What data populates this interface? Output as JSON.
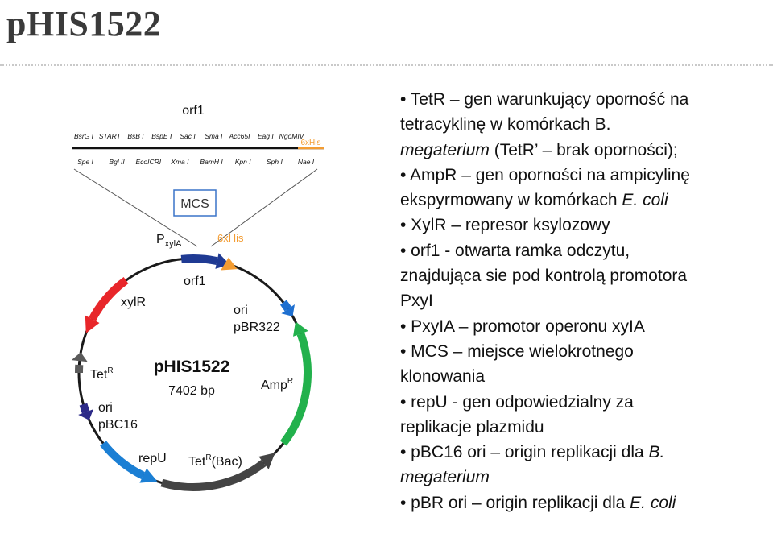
{
  "title": "pHIS1522",
  "map": {
    "mcs_sites_top": [
      "BsrG I",
      "START",
      "BsB I",
      "BspE I",
      "Sac I",
      "Sma I",
      "Acc65I",
      "Eag I",
      "NgoMIV"
    ],
    "mcs_sites_bottom": [
      "Spe I",
      "Bgl II",
      "EcoICRI",
      "Xma I",
      "BamH I",
      "Kpn I",
      "Sph I",
      "Nae I"
    ],
    "orf1_top": "orf1",
    "his_top": "6xHis",
    "mcs": "MCS",
    "pxyla_main": "P",
    "pxyla_sub": "xylA",
    "his_label": "6xHis",
    "orf1_label": "orf1",
    "xylr": "xylR",
    "ori_pbr_1": "ori",
    "ori_pbr_2": "pBR322",
    "tetr_main": "Tet",
    "tetr_sup": "R",
    "ampr_main": "Amp",
    "ampr_sup": "R",
    "ori_pbc_1": "ori",
    "ori_pbc_2": "pBC16",
    "name": "pHIS1522",
    "size": "7402 bp",
    "repu": "repU",
    "tetbac_main": "Tet",
    "tetbac_sup": "R",
    "tetbac_rest": "(Bac)"
  },
  "colors": {
    "backbone": "#1a1a1a",
    "xylr": "#e8262a",
    "pxyla": "#1f3a93",
    "his": "#f39c32",
    "ori_pbr": "#1e6fd0",
    "ampr": "#22b14c",
    "tetr_bac": "#444444",
    "repu": "#1b7fd4",
    "ori_pbc": "#2c2a88",
    "tetr": "#5a5a5a",
    "mcs_box": "#3a74c9"
  },
  "legend": [
    {
      "text": "• TetR – gen warunkujący oporność na tetracyklinę w komórkach B.",
      "italic": ""
    },
    {
      "text": "megaterium",
      "italic": "",
      "tail": " (TetR’ – brak oporności);"
    },
    {
      "text": "• AmpR – gen oporności na ampicylinę",
      "italic": ""
    },
    {
      "text": "ekspyrmowany w komórkach ",
      "italic": "E. coli"
    },
    {
      "text": "• XylR – represor ksylozowy",
      "italic": ""
    },
    {
      "text": "• orf1 - otwarta ramka odczytu,",
      "italic": ""
    },
    {
      "text": "znajdująca sie pod kontrolą promotora",
      "italic": ""
    },
    {
      "text": "PxyI",
      "italic": ""
    },
    {
      "text": "• PxyIA – promotor operonu xyIA",
      "italic": ""
    },
    {
      "text": "• MCS – miejsce wielokrotnego",
      "italic": ""
    },
    {
      "text": "klonowania",
      "italic": ""
    },
    {
      "text": "• repU - gen odpowiedzialny za",
      "italic": ""
    },
    {
      "text": "replikacje plazmidu",
      "italic": ""
    },
    {
      "text": "• pBC16 ori – origin replikacji dla ",
      "italic": "B."
    },
    {
      "text": "",
      "italic": "megaterium"
    },
    {
      "text": "• pBR ori – origin replikacji dla ",
      "italic": "E. coli"
    }
  ]
}
